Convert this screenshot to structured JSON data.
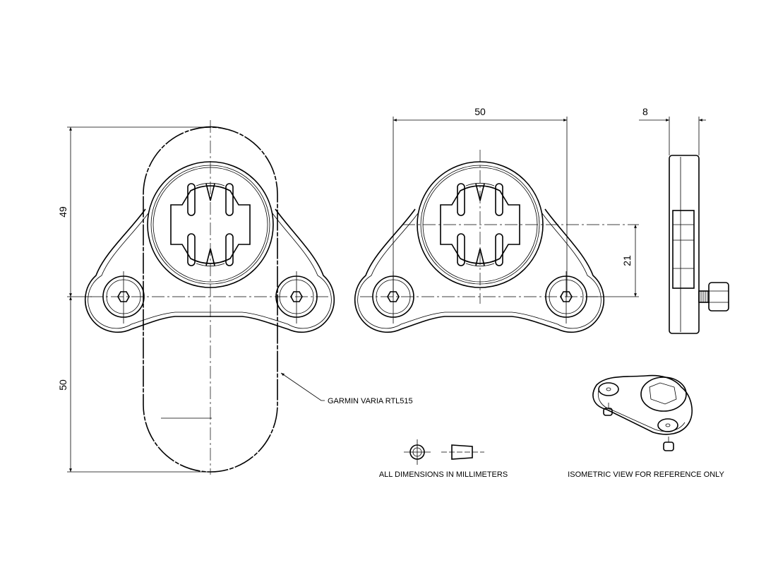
{
  "drawing": {
    "dimensions": {
      "left_upper_height": "49",
      "left_lower_height": "50",
      "front_width": "50",
      "front_height": "21",
      "side_thickness": "8"
    },
    "callout": "GARMIN VARIA RTL515",
    "units_note": "ALL DIMENSIONS IN MILLIMETERS",
    "isometric_note": "ISOMETRIC VIEW FOR REFERENCE ONLY"
  }
}
